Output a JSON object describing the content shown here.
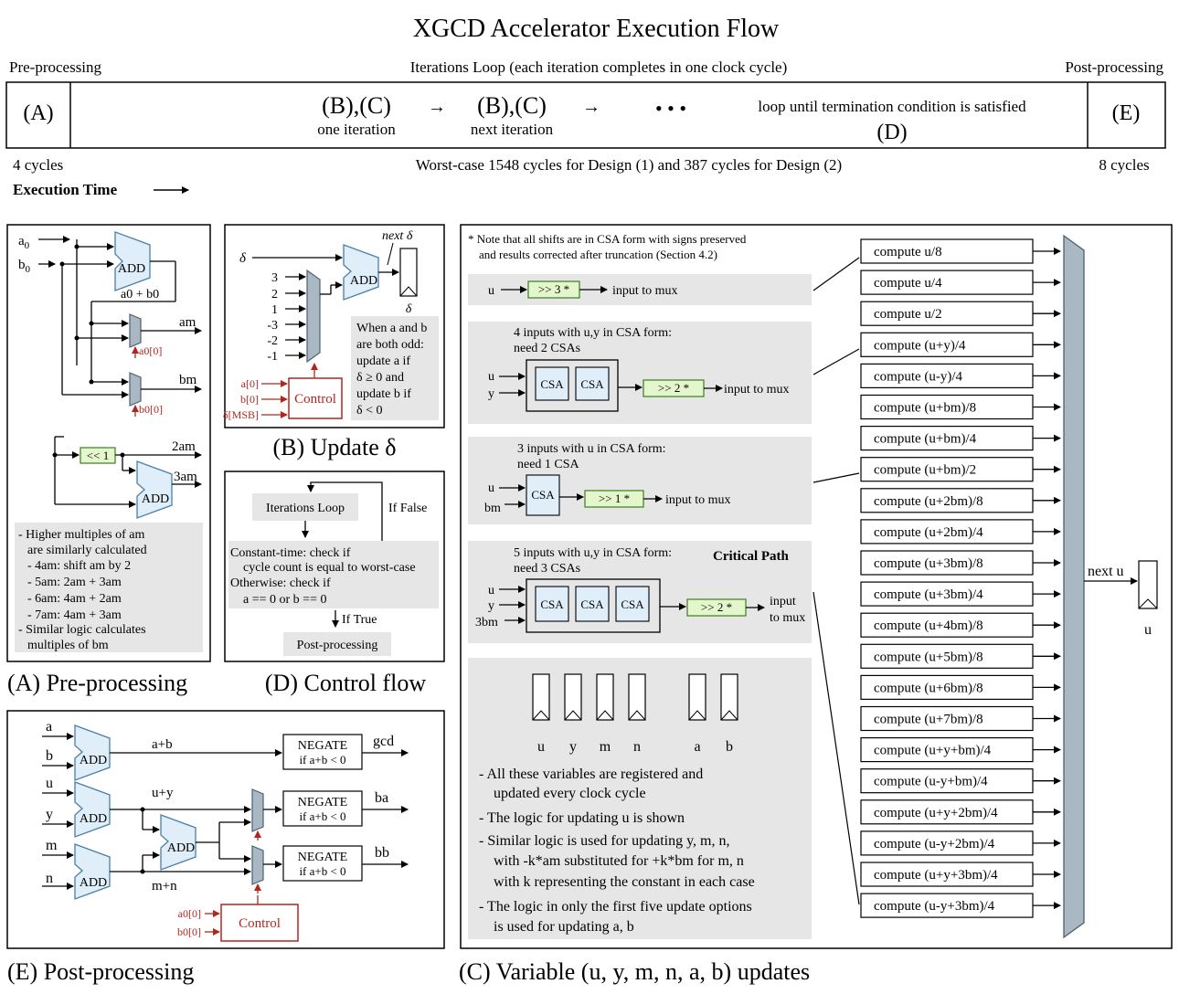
{
  "title": "XGCD Accelerator Execution Flow",
  "timeline": {
    "pre_label": "Pre-processing",
    "loop_label": "Iterations Loop (each iteration completes in one clock cycle)",
    "post_label": "Post-processing",
    "a_box": "(A)",
    "e_box": "(E)",
    "bc1": "(B),(C)",
    "bc1_sub": "one iteration",
    "arrow": "→",
    "bc2": "(B),(C)",
    "bc2_sub": "next iteration",
    "dots": "• • •",
    "loop_until": "loop until termination condition is satisfied",
    "d_label": "(D)",
    "cycles_pre": "4 cycles",
    "cycles_mid": "Worst-case 1548 cycles for Design (1) and 387 cycles for Design (2)",
    "cycles_post": "8 cycles",
    "exec_time": "Execution Time"
  },
  "panel_a": {
    "caption": "(A) Pre-processing",
    "in_a0": "a",
    "in_a0_sub": "0",
    "in_b0": "b",
    "in_b0_sub": "0",
    "add": "ADD",
    "sum_label": "a0 + b0",
    "am": "am",
    "bm": "bm",
    "sel_a": "a0[0]",
    "sel_b": "b0[0]",
    "shift": "<< 1",
    "two_am": "2am",
    "three_am": "3am",
    "notes": [
      "- Higher multiples of am",
      "are similarly calculated",
      "- 4am: shift am by 2",
      "- 5am: 2am + 3am",
      "- 6am: 4am + 2am",
      "- 7am: 4am + 3am",
      "- Similar logic calculates",
      "multiples of bm"
    ]
  },
  "panel_b": {
    "caption": "(B) Update δ",
    "delta": "δ",
    "next_delta": "next δ",
    "add": "ADD",
    "consts": [
      "3",
      "2",
      "1",
      "-3",
      "-2",
      "-1"
    ],
    "ctrl_in": [
      "a[0]",
      "b[0]",
      "δ[MSB]"
    ],
    "control": "Control",
    "notes": [
      "When a and b",
      "are both odd:",
      "update a if",
      "δ ≥ 0 and",
      "update b if",
      "δ < 0"
    ]
  },
  "panel_d": {
    "caption": "(D) Control flow",
    "loop": "Iterations Loop",
    "if_false": "If False",
    "check": [
      "Constant-time: check if",
      "cycle count is equal to worst-case",
      "Otherwise: check if",
      "a == 0 or b == 0"
    ],
    "if_true": "If True",
    "post": "Post-processing"
  },
  "panel_e": {
    "caption": "(E) Post-processing",
    "inputs": [
      "a",
      "b",
      "u",
      "y",
      "m",
      "n"
    ],
    "add": "ADD",
    "apb": "a+b",
    "upy": "u+y",
    "mpn": "m+n",
    "negate": "NEGATE",
    "negate_cond": "if a+b < 0",
    "outs": [
      "gcd",
      "ba",
      "bb"
    ],
    "ctrl_in": [
      "a0[0]",
      "b0[0]"
    ],
    "control": "Control"
  },
  "panel_c": {
    "caption": "(C) Variable (u, y, m, n, a, b) updates",
    "note": [
      "* Note that all shifts are in CSA form with signs preserved",
      "and results corrected after truncation (Section 4.2)"
    ],
    "row1": {
      "in": "u",
      "shift": ">> 3 *",
      "out": "input to mux"
    },
    "row2": {
      "title": [
        "4 inputs with u,y in CSA form:",
        "need 2 CSAs"
      ],
      "ins": [
        "u",
        "y"
      ],
      "csa": "CSA",
      "shift": ">> 2 *",
      "out": "input to mux"
    },
    "row3": {
      "title": [
        "3 inputs with u in CSA form:",
        "need 1 CSA"
      ],
      "ins": [
        "u",
        "bm"
      ],
      "csa": "CSA",
      "shift": ">> 1 *",
      "out": "input to mux"
    },
    "row4": {
      "title": [
        "5 inputs with u,y in CSA form:",
        "need 3 CSAs"
      ],
      "critical": "Critical Path",
      "ins": [
        "u",
        "y",
        "3bm"
      ],
      "csa": "CSA",
      "shift": ">> 2 *",
      "out": [
        "input",
        "to mux"
      ]
    },
    "regs": [
      "u",
      "y",
      "m",
      "n",
      "a",
      "b"
    ],
    "bullets": [
      "- All these variables are registered and",
      "updated every clock cycle",
      "- The logic for updating u is shown",
      "- Similar logic is used for updating y, m, n,",
      "with -k*am substituted for +k*bm for m, n",
      "with k representing the constant in each case",
      "- The logic in only the first five update options",
      "is used for updating a, b"
    ],
    "computes": [
      "u/8",
      "u/4",
      "u/2",
      "(u+y)/4",
      "(u-y)/4",
      "(u+bm)/8",
      "(u+bm)/4",
      "(u+bm)/2",
      "(u+2bm)/8",
      "(u+2bm)/4",
      "(u+3bm)/8",
      "(u+3bm)/4",
      "(u+4bm)/8",
      "(u+5bm)/8",
      "(u+6bm)/8",
      "(u+7bm)/8",
      "(u+y+bm)/4",
      "(u-y+bm)/4",
      "(u+y+2bm)/4",
      "(u-y+2bm)/4",
      "(u+y+3bm)/4",
      "(u-y+3bm)/4"
    ],
    "compute_word": "compute",
    "next_u": "next u",
    "out_u": "u"
  },
  "colors": {
    "adder_fill": "#dfeef8",
    "adder_stroke": "#4a7fa8",
    "shift_fill": "#e3f6cc",
    "shift_stroke": "#3b7d1f",
    "mux_fill": "#a9b8c2",
    "gray_box": "#e6e6e6",
    "control_red": "#b3261e"
  }
}
